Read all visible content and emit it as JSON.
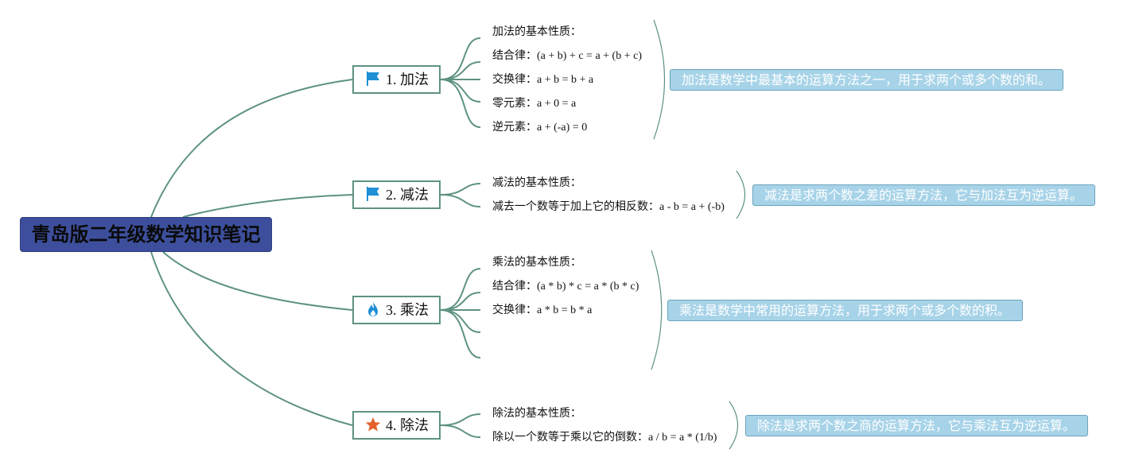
{
  "root": {
    "title": "青岛版二年级数学知识笔记"
  },
  "topics": [
    {
      "label": "1. 加法",
      "icon": "flag-icon",
      "icon_color": "#1f8fd6",
      "leaves": [
        "加法的基本性质：",
        "结合律：(a + b) + c = a + (b + c)",
        "交换律：a + b = b + a",
        "零元素：a + 0 = a",
        "逆元素：a + (-a) = 0"
      ],
      "summary": "加法是数学中最基本的运算方法之一，用于求两个或多个数的和。"
    },
    {
      "label": "2. 减法",
      "icon": "flag-icon",
      "icon_color": "#1f8fd6",
      "leaves": [
        "减法的基本性质：",
        "减去一个数等于加上它的相反数：a - b = a + (-b)"
      ],
      "summary": "减法是求两个数之差的运算方法，它与加法互为逆运算。"
    },
    {
      "label": "3. 乘法",
      "icon": "fire-icon",
      "icon_color": "#1f8fd6",
      "leaves": [
        "乘法的基本性质：",
        "结合律：(a * b) * c = a * (b * c)",
        "交换律：a * b = b * a",
        "",
        ""
      ],
      "summary": "乘法是数学中常用的运算方法，用于求两个或多个数的积。"
    },
    {
      "label": "4. 除法",
      "icon": "star-icon",
      "icon_color": "#e5602b",
      "leaves": [
        "除法的基本性质：",
        "除以一个数等于乘以它的倒数：a / b = a * (1/b)"
      ],
      "summary": "除法是求两个数之商的运算方法，它与乘法互为逆运算。"
    }
  ],
  "colors": {
    "root_bg": "#3d4f9c",
    "line": "#5e9282",
    "summary_bg": "#a7d3e8"
  }
}
